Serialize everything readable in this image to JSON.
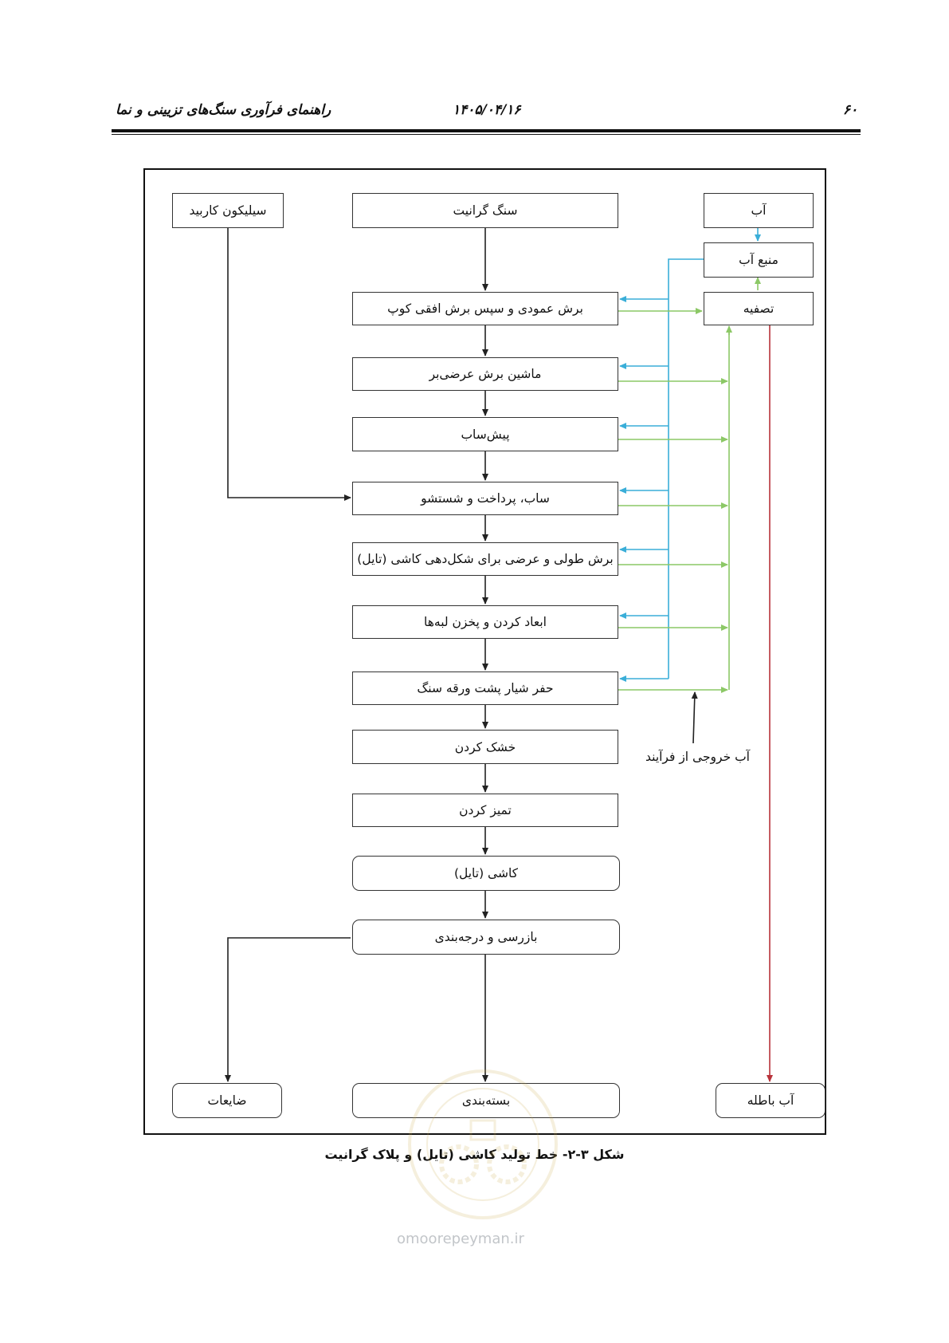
{
  "header": {
    "page_number": "۶۰",
    "date": "۱۴۰۵/۰۴/۱۶",
    "book_title": "راهنمای فرآوری سنگ‌های تزیینی و نما"
  },
  "diagram": {
    "nodes": {
      "silicon_carbide": "سیلیکون کاربید",
      "granite_stone": "سنگ گرانیت",
      "water": "آب",
      "water_source": "منبع آب",
      "treatment": "تصفیه",
      "step_vertical_cut": "برش عمودی و سپس برش افقی کوپ",
      "step_cross_cutter": "ماشین برش عرضی‌بر",
      "step_pre_polish": "پیش‌ساب",
      "step_polish_wash": "ساب، پرداخت و شستشو",
      "step_tile_cut": "برش طولی و عرضی برای شکل‌دهی کاشی (تایل)",
      "step_dimension_bevel": "ابعاد کردن و پخزن لبه‌ها",
      "step_groove": "حفر شیار پشت ورقه سنگ",
      "step_drying": "خشک کردن",
      "step_cleaning": "تمیز کردن",
      "tile": "کاشی (تایل)",
      "inspection_grading": "بازرسی و درجه‌بندی",
      "waste": "ضایعات",
      "packaging": "بسته‌بندی",
      "wastewater": "آب باطله"
    },
    "annotation_process_water": "آب خروجی از فرآیند",
    "colors": {
      "flow": "#222222",
      "supply_water": "#3aaed8",
      "return_water": "#8cc866",
      "wastewater": "#b8323a"
    }
  },
  "caption": "شکل ۳-۲- خط تولید کاشی (تایل) و پلاک گرانیت",
  "watermark": "omoorepeyman.ir"
}
